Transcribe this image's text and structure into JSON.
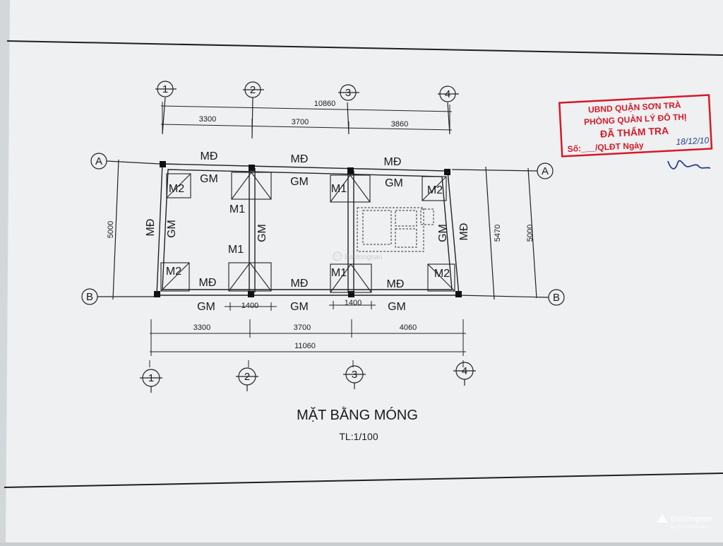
{
  "drawing": {
    "title": "MẶT BẰNG MÓNG",
    "scale": "TL:1/100"
  },
  "grid_axes": {
    "numbers": [
      "1",
      "2",
      "3",
      "4"
    ],
    "letters": [
      "A",
      "B"
    ]
  },
  "dimensions": {
    "top_overall": "10860",
    "top_spans": [
      "3300",
      "3700",
      "3860"
    ],
    "bottom_spans": [
      "3300",
      "3700",
      "4060"
    ],
    "bottom_overall": "11060",
    "left_height": "5000",
    "right_inner_height": "5470",
    "right_outer_height": "5000",
    "door_width_left": "1400",
    "door_width_right": "1400"
  },
  "labels": {
    "md": "MĐ",
    "gm": "GM",
    "m1": "M1",
    "m2": "M2"
  },
  "stamp": {
    "line1": "UBND QUẬN SƠN TRÀ",
    "line2": "PHÒNG QUẢN LÝ ĐÔ THỊ",
    "line3": "ĐÃ THẨM TRA",
    "line4_prefix": "Số:___/QLĐT Ngày",
    "date": "18/12/10",
    "colour": "#d41a2a",
    "signature_colour": "#2a3b8f"
  },
  "watermarks": {
    "center": "Batdongsan",
    "corner": "Batdongsan",
    "corner_small": "by PropertyGuru"
  }
}
